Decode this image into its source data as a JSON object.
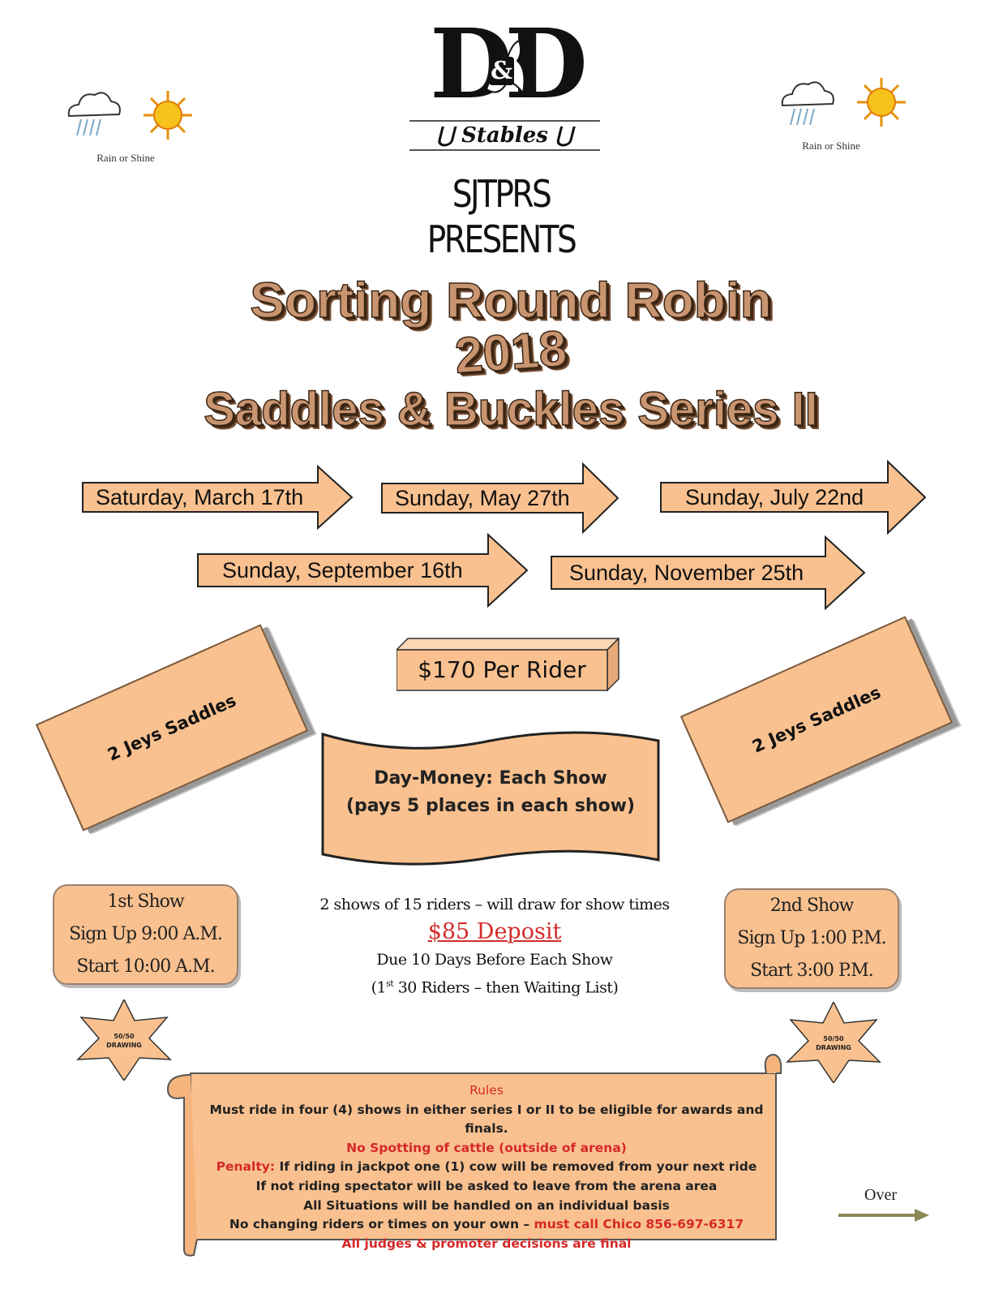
{
  "logo": {
    "letters": "DD",
    "amp": "&",
    "stables": "Stables"
  },
  "weather": {
    "caption_left": "Rain or Shine",
    "caption_right": "Rain or Shine"
  },
  "header": {
    "line1": "SJTPRS",
    "line2": "PRESENTS"
  },
  "title": {
    "line1": "Sorting Round Robin",
    "line2": "2018",
    "line3": "Saddles & Buckles Series II"
  },
  "dates": [
    "Saturday, March 17th",
    "Sunday, May 27th",
    "Sunday, July 22nd",
    "Sunday, September 16th",
    "Sunday, November 25th"
  ],
  "price": "$170 Per Rider",
  "saddles": {
    "left": "2 Jeys Saddles",
    "right": "2 Jeys Saddles"
  },
  "day_money": {
    "line1": "Day-Money: Each Show",
    "line2": "(pays 5 places in each show)"
  },
  "show1": {
    "title": "1st Show",
    "signup": "Sign Up 9:00 A.M.",
    "start": "Start 10:00 A.M."
  },
  "show2": {
    "title": "2nd Show",
    "signup": "Sign Up 1:00 P.M.",
    "start": "Start 3:00 P.M."
  },
  "center": {
    "line1": "2 shows of 15 riders – will draw for show times",
    "deposit": "$85 Deposit",
    "line2": "Due 10 Days Before Each Show",
    "line3_pre": "(1",
    "line3_sup": "st",
    "line3_post": " 30 Riders – then Waiting List)"
  },
  "drawing": {
    "left": "50/50\nDRAWING",
    "right": "50/50\nDRAWING"
  },
  "rules": {
    "title": "Rules",
    "r1": "Must ride in four (4) shows in either series I or II to be eligible for awards and finals.",
    "r2": "No Spotting of cattle (outside of arena)",
    "r3_label": "Penalty:",
    "r3_text": " If riding in jackpot one (1) cow will be removed from your next ride",
    "r4": "If not riding spectator will be asked to leave from the arena area",
    "r5": "All Situations will be handled on an individual basis",
    "r6_text": "No changing riders or times on your own – ",
    "r6_red": "must call Chico 856-697-6317",
    "r7": "All judges & promoter decisions are final"
  },
  "over": "Over",
  "colors": {
    "peach": "#f9c18f",
    "red": "#d62828",
    "wordart": "#c99570"
  }
}
